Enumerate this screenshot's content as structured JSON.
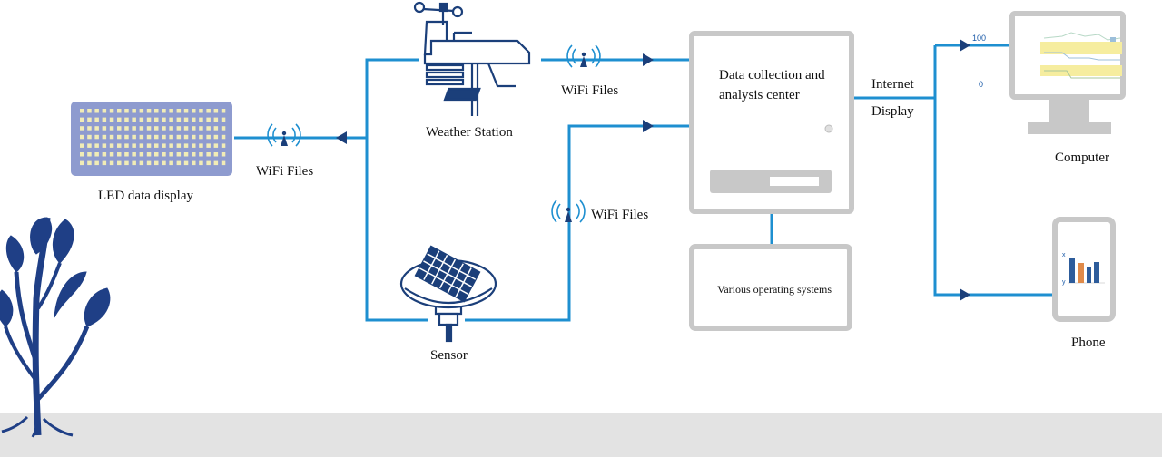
{
  "labels": {
    "led": "LED data display",
    "wifi_left": "WiFi Files",
    "weather": "Weather Station",
    "wifi_top": "WiFi Files",
    "wifi_mid": "WiFi Files",
    "sensor": "Sensor",
    "center_line1": "Data collection and",
    "center_line2": "analysis center",
    "os": "Various operating systems",
    "internet": "Internet",
    "display": "Display",
    "computer": "Computer",
    "phone": "Phone",
    "chart_max": "100",
    "chart_min": "0",
    "phone_x": "x",
    "phone_y": "y"
  },
  "colors": {
    "line": "#1e8fd0",
    "arrow": "#1b3f7a",
    "icon": "#1b3f7a",
    "device_gray": "#c8c8c8",
    "led_panel": "#8e9bcf",
    "led_dot": "#f1ecb6",
    "plant": "#1f3f86",
    "ground": "#e3e3e3"
  },
  "icons": [
    "wifi-icon",
    "weather-station-icon",
    "sensor-icon",
    "led-panel-icon",
    "computer-icon",
    "phone-icon",
    "plant-icon"
  ]
}
